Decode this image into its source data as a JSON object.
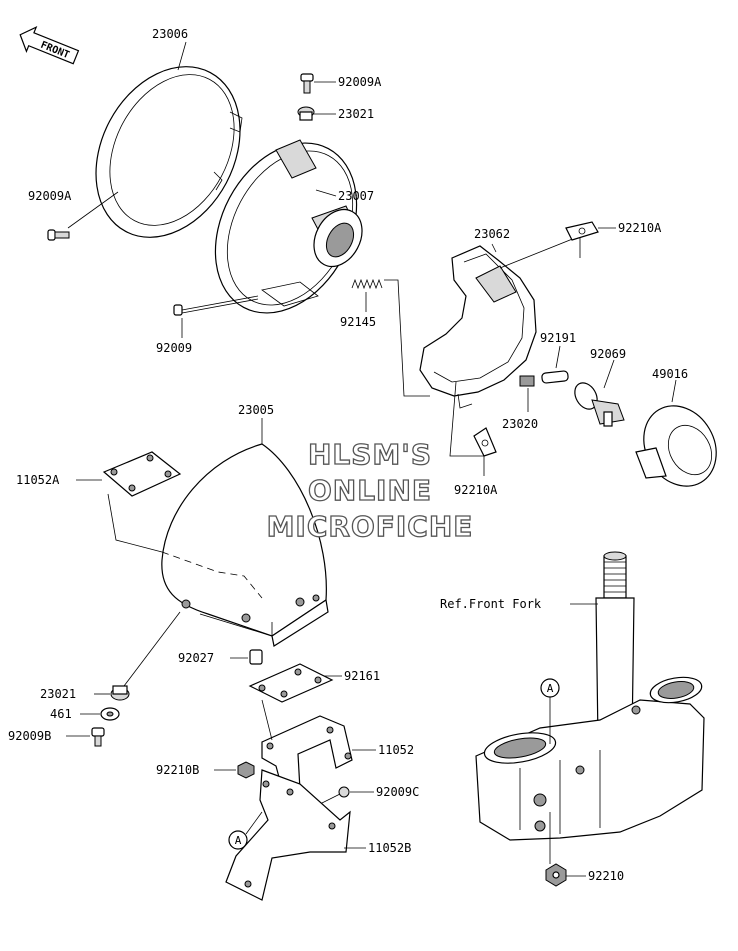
{
  "front_indicator": "FRONT",
  "reference_label": "Ref.Front Fork",
  "watermark": {
    "line1": "HLSM'S",
    "line2": "ONLINE",
    "line3": "MICROFICHE"
  },
  "callout_letter": "A",
  "parts": {
    "p23006": "23006",
    "p92009A_top": "92009A",
    "p23021_top": "23021",
    "p92009A_left": "92009A",
    "p23007": "23007",
    "p23062": "23062",
    "p92210A_top": "92210A",
    "p92009": "92009",
    "p92145": "92145",
    "p92191": "92191",
    "p92069": "92069",
    "p49016": "49016",
    "p23005": "23005",
    "p23020": "23020",
    "p11052A": "11052A",
    "p92210A_bottom": "92210A",
    "p92027": "92027",
    "p92161": "92161",
    "p23021_bottom": "23021",
    "p461": "461",
    "p92009B": "92009B",
    "p11052": "11052",
    "p92210B": "92210B",
    "p92009C": "92009C",
    "p11052B": "11052B",
    "p92210": "92210"
  },
  "colors": {
    "line": "#000000",
    "background": "#ffffff",
    "shade": "#d9d9d9"
  }
}
